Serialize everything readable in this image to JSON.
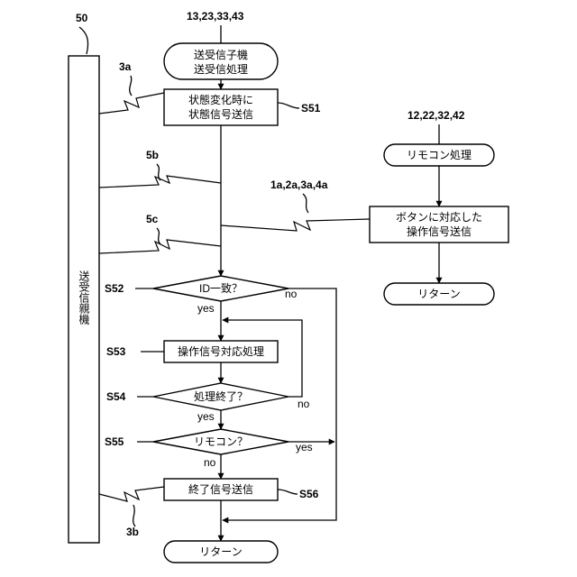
{
  "labels": {
    "parent_ref": "50",
    "left_top_ref": "13,23,33,43",
    "right_top_ref": "12,22,32,42",
    "parent_device": "送受信親機",
    "sig_3a": "3a",
    "sig_5b": "5b",
    "sig_5c": "5c",
    "sig_op": "1a,2a,3a,4a",
    "sig_3b": "3b"
  },
  "left_flow": {
    "start_line1": "送受信子機",
    "start_line2": "送受信処理",
    "s51_line1": "状態変化時に",
    "s51_line2": "状態信号送信",
    "s51_step": "S51",
    "s52_text": "ID一致？",
    "s52_step": "S52",
    "s52_yes": "yes",
    "s52_no": "no",
    "s53_text": "操作信号対応処理",
    "s53_step": "S53",
    "s54_text": "処理終了？",
    "s54_step": "S54",
    "s54_yes": "yes",
    "s54_no": "no",
    "s55_text": "リモコン？",
    "s55_step": "S55",
    "s55_yes": "yes",
    "s55_no": "no",
    "s56_text": "終了信号送信",
    "s56_step": "S56",
    "end_text": "リターン"
  },
  "right_flow": {
    "start_text": "リモコン処理",
    "op_line1": "ボタンに対応した",
    "op_line2": "操作信号送信",
    "end_text": "リターン"
  }
}
